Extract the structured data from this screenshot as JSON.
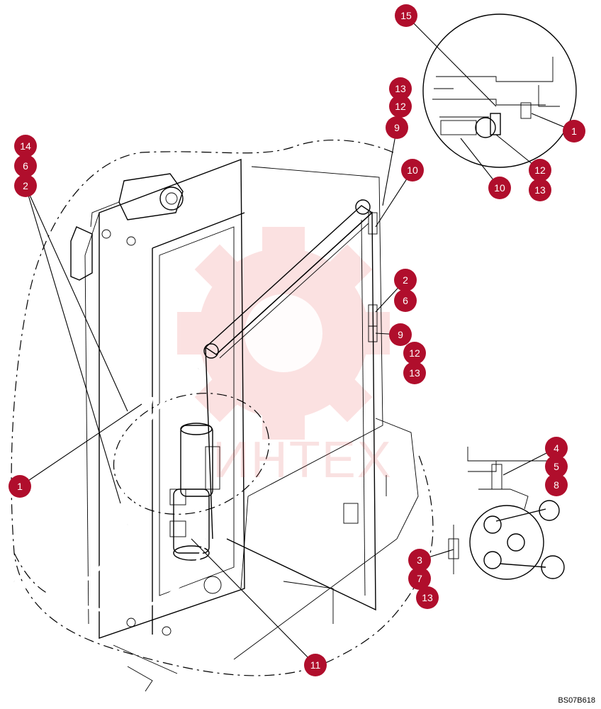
{
  "figure_code": "BS07B618",
  "watermark": {
    "text": "ИНТЕХ",
    "color": "#e84a4a"
  },
  "callout_color": "#b00e2c",
  "callouts": [
    {
      "id": "c15a",
      "label": "15"
    },
    {
      "id": "c13a",
      "label": "13"
    },
    {
      "id": "c12a",
      "label": "12"
    },
    {
      "id": "c9a",
      "label": "9"
    },
    {
      "id": "c1a",
      "label": "1"
    },
    {
      "id": "c12b",
      "label": "12"
    },
    {
      "id": "c13b",
      "label": "13"
    },
    {
      "id": "c10a",
      "label": "10"
    },
    {
      "id": "c10b",
      "label": "10"
    },
    {
      "id": "c14",
      "label": "14"
    },
    {
      "id": "c6a",
      "label": "6"
    },
    {
      "id": "c2a",
      "label": "2"
    },
    {
      "id": "c2b",
      "label": "2"
    },
    {
      "id": "c6b",
      "label": "6"
    },
    {
      "id": "c9b",
      "label": "9"
    },
    {
      "id": "c12c",
      "label": "12"
    },
    {
      "id": "c13c",
      "label": "13"
    },
    {
      "id": "c4",
      "label": "4"
    },
    {
      "id": "c5",
      "label": "5"
    },
    {
      "id": "c8",
      "label": "8"
    },
    {
      "id": "c3",
      "label": "3"
    },
    {
      "id": "c7",
      "label": "7"
    },
    {
      "id": "c13d",
      "label": "13"
    },
    {
      "id": "c1b",
      "label": "1"
    },
    {
      "id": "c11",
      "label": "11"
    }
  ]
}
